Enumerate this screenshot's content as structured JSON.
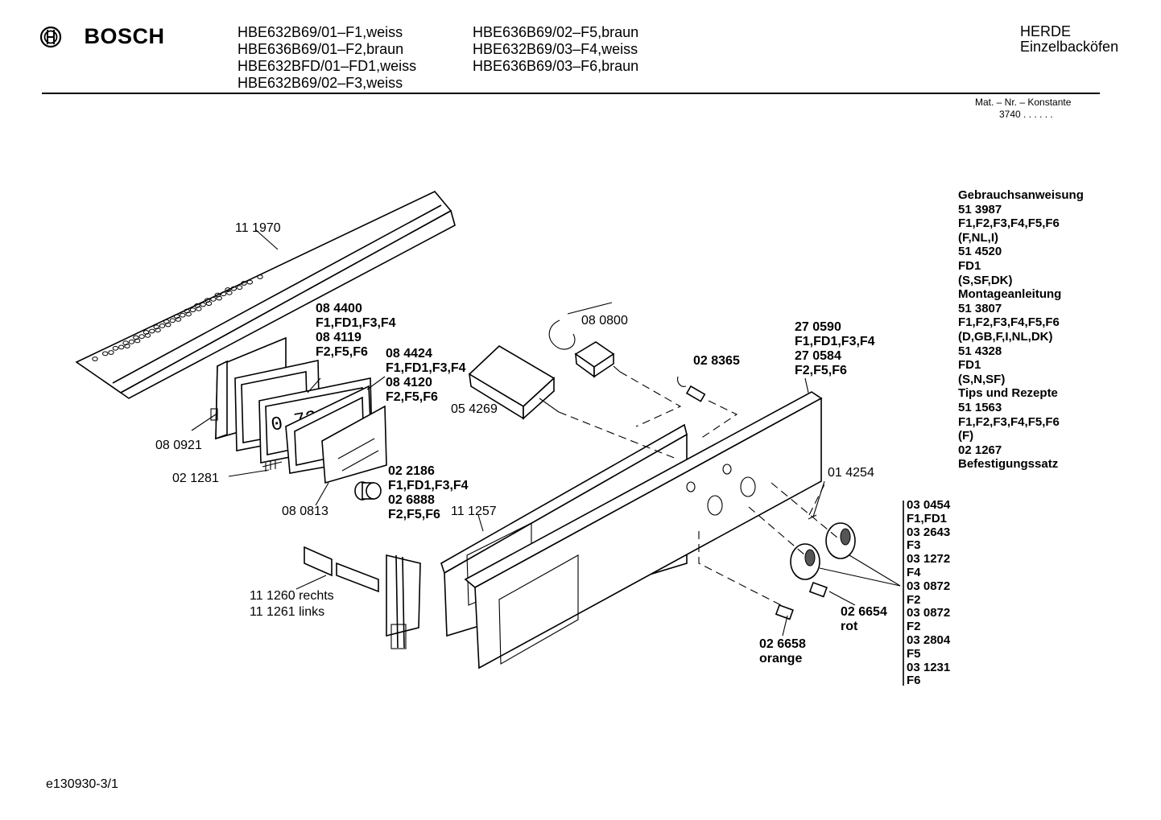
{
  "brand": {
    "logo_text": "BOSCH"
  },
  "header": {
    "models_col1": [
      "HBE632B69/01–F1,weiss",
      "HBE636B69/01–F2,braun",
      "HBE632BFD/01–FD1,weiss",
      "HBE632B69/02–F3,weiss"
    ],
    "models_col2": [
      "HBE636B69/02–F5,braun",
      "HBE632B69/03–F4,weiss",
      "HBE636B69/03–F6,braun"
    ],
    "category": "HERDE",
    "subcategory": "Einzelbacköfen"
  },
  "mat_nr": {
    "label": "Mat. – Nr. – Konstante",
    "value": "3740 . . . . . ."
  },
  "parts": {
    "p111970": "11 1970",
    "p084400": "08 4400",
    "p084400_var": "F1,FD1,F3,F4",
    "p084119": "08 4119",
    "p084119_var": "F2,F5,F6",
    "p084424": "08 4424",
    "p084424_var": "F1,FD1,F3,F4",
    "p084120": "08 4120",
    "p084120_var": "F2,F5,F6",
    "p080921": "08 0921",
    "p021281": "02 1281",
    "p080813": "08 0813",
    "p022186": "02 2186",
    "p022186_var": "F1,FD1,F3,F4",
    "p026888": "02 6888",
    "p026888_var": "F2,F5,F6",
    "p111257": "11 1257",
    "p054269": "05 4269",
    "p080800": "08 0800",
    "p028365": "02 8365",
    "p270590": "27 0590",
    "p270590_var": "F1,FD1,F3,F4",
    "p270584": "27 0584",
    "p270584_var": "F2,F5,F6",
    "p014254": "01 4254",
    "p111260": "11 1260 rechts",
    "p111261": "11 1261 links",
    "p026654": "02 6654",
    "p026654_color": "rot",
    "p026658": "02 6658",
    "p026658_color": "orange",
    "display_digits": "0 720"
  },
  "docs": [
    "Gebrauchsanweisung",
    "51 3987",
    "F1,F2,F3,F4,F5,F6",
    "(F,NL,I)",
    "51 4520",
    "FD1",
    "(S,SF,DK)",
    "Montageanleitung",
    "51 3807",
    "F1,F2,F3,F4,F5,F6",
    "(D,GB,F,I,NL,DK)",
    "51 4328",
    "FD1",
    "(S,N,SF)",
    "Tips und Rezepte",
    "51 1563",
    "F1,F2,F3,F4,F5,F6",
    "(F)",
    "02 1267",
    "Befestigungssatz"
  ],
  "knobs": [
    "03 0454",
    "F1,FD1",
    "03 2643",
    "F3",
    "03 1272",
    "F4",
    "03 0872",
    "F2",
    "03 0872",
    "F2",
    "03 2804",
    "F5",
    "03 1231",
    "F6"
  ],
  "footer": {
    "doc_id": "e130930-3/1"
  }
}
